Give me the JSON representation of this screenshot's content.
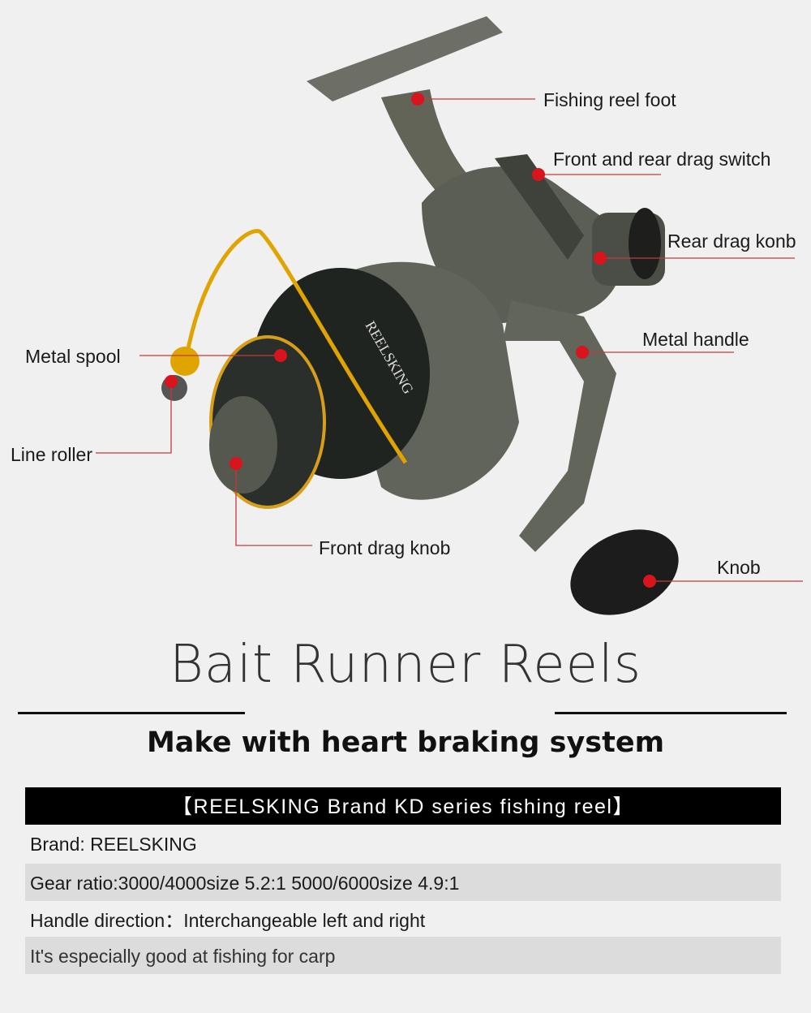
{
  "callouts": {
    "reel_foot": "Fishing reel foot",
    "drag_switch": "Front and rear drag switch",
    "rear_drag": "Rear drag konb",
    "metal_handle": "Metal handle",
    "metal_spool": "Metal spool",
    "line_roller": "Line roller",
    "front_drag": "Front drag knob",
    "knob": "Knob"
  },
  "reel_branding": "REELSKING",
  "title": "Bait Runner Reels",
  "subtitle": "Make with heart braking system",
  "spec_header": "【REELSKING   Brand  KD series fishing reel】",
  "specs": [
    "Brand:   REELSKING",
    "Gear ratio:3000/4000size 5.2:1     5000/6000size 4.9:1",
    "Handle direction：Interchangeable left and right",
    "It's especially good at  fishing for carp"
  ],
  "colors": {
    "accent_dot": "#d8141c",
    "line": "#c43a3a",
    "bail_gold": "#e0a400"
  }
}
